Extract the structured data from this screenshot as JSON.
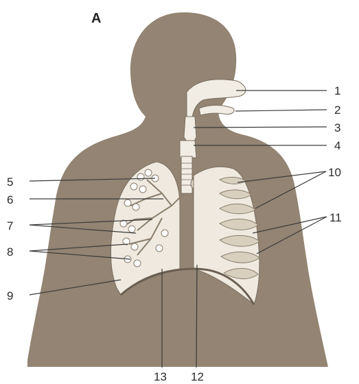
{
  "figure": {
    "panel_letter": "A",
    "labels": [
      "1",
      "2",
      "3",
      "4",
      "5",
      "6",
      "7",
      "8",
      "9",
      "10",
      "11",
      "12",
      "13"
    ]
  },
  "colors": {
    "silhouette": "#938473",
    "tissue": "#f1ede4",
    "organ_line": "#7a6e60",
    "leader": "#3a3a3a"
  }
}
